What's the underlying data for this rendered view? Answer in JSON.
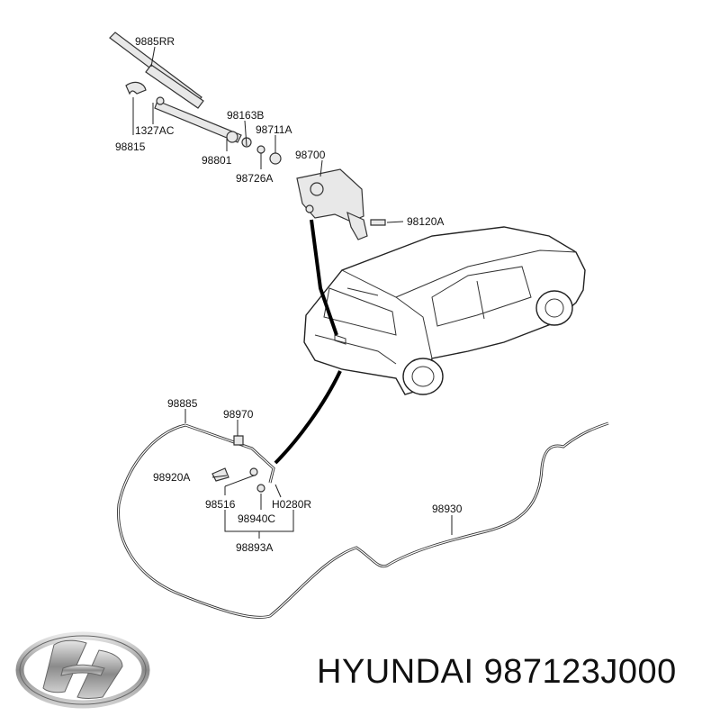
{
  "diagram": {
    "labels": [
      {
        "id": "p1",
        "text": "9885RR"
      },
      {
        "id": "p2",
        "text": "1327AC"
      },
      {
        "id": "p3",
        "text": "98815"
      },
      {
        "id": "p4",
        "text": "98163B"
      },
      {
        "id": "p5",
        "text": "98711A"
      },
      {
        "id": "p6",
        "text": "98801"
      },
      {
        "id": "p7",
        "text": "98700"
      },
      {
        "id": "p8",
        "text": "98726A"
      },
      {
        "id": "p9",
        "text": "98120A"
      },
      {
        "id": "p10",
        "text": "98885"
      },
      {
        "id": "p11",
        "text": "98970"
      },
      {
        "id": "p12",
        "text": "98920A"
      },
      {
        "id": "p13",
        "text": "98516"
      },
      {
        "id": "p14",
        "text": "H0280R"
      },
      {
        "id": "p15",
        "text": "98940C"
      },
      {
        "id": "p16",
        "text": "98930"
      },
      {
        "id": "p17",
        "text": "98893A"
      }
    ]
  },
  "footer": {
    "brand_text": "HYUNDAI 987123J000",
    "logo_icon": "hyundai-logo-icon"
  }
}
